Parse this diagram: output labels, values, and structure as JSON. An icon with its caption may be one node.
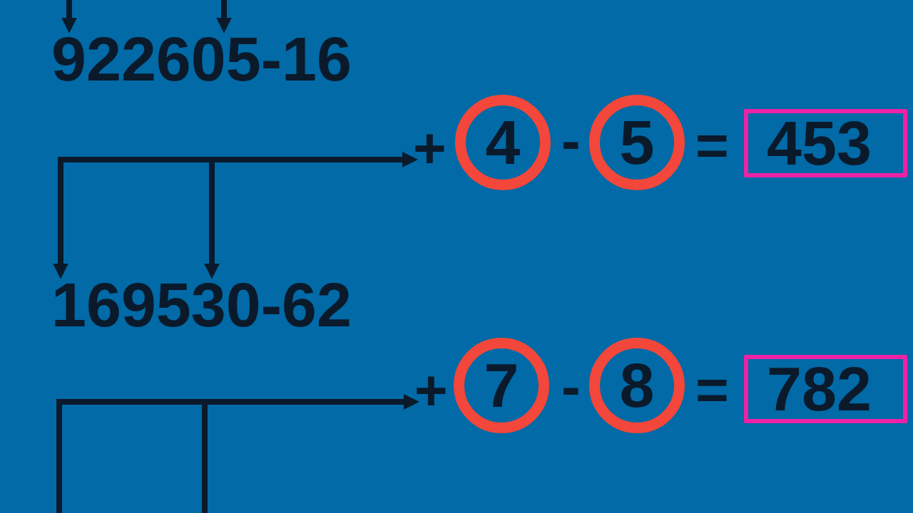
{
  "diagram": {
    "nodes": [
      {
        "text": [
          "922605-16"
        ]
      },
      {
        "text": [
          "169530-62"
        ]
      },
      {
        "text": [
          "+"
        ]
      },
      {
        "text": [
          "4"
        ]
      },
      {
        "text": [
          "5"
        ]
      },
      {
        "text": [
          "453"
        ]
      },
      {
        "text": [
          "+"
        ]
      },
      {
        "text": [
          "7"
        ]
      },
      {
        "text": [
          "8"
        ]
      },
      {
        "text": [
          "782"
        ]
      }
    ],
    "edges": [
      {
        "from": null,
        "to": 0,
        "arrow": "to"
      },
      {
        "from": null,
        "to": 0,
        "arrow": "to"
      },
      {
        "from": 1,
        "to": 2,
        "arrow": "both"
      },
      {
        "from": 1,
        "to": 2,
        "arrow": "both"
      },
      {
        "from": null,
        "to": 6,
        "arrow": "to"
      },
      {
        "from": null,
        "to": 6,
        "arrow": "to"
      }
    ],
    "labels": [
      "-",
      "=",
      "-",
      "="
    ]
  }
}
